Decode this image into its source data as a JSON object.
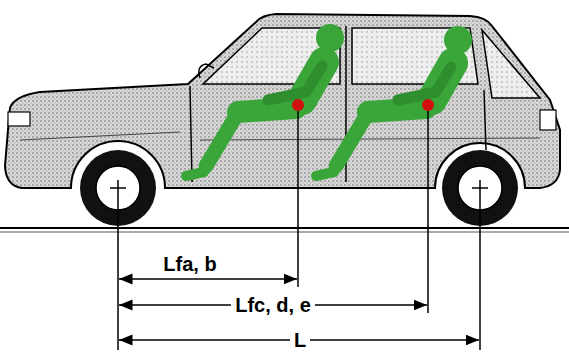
{
  "diagram": {
    "labels": [
      "Lfa, b",
      "Lfc, d, e",
      "L"
    ]
  }
}
